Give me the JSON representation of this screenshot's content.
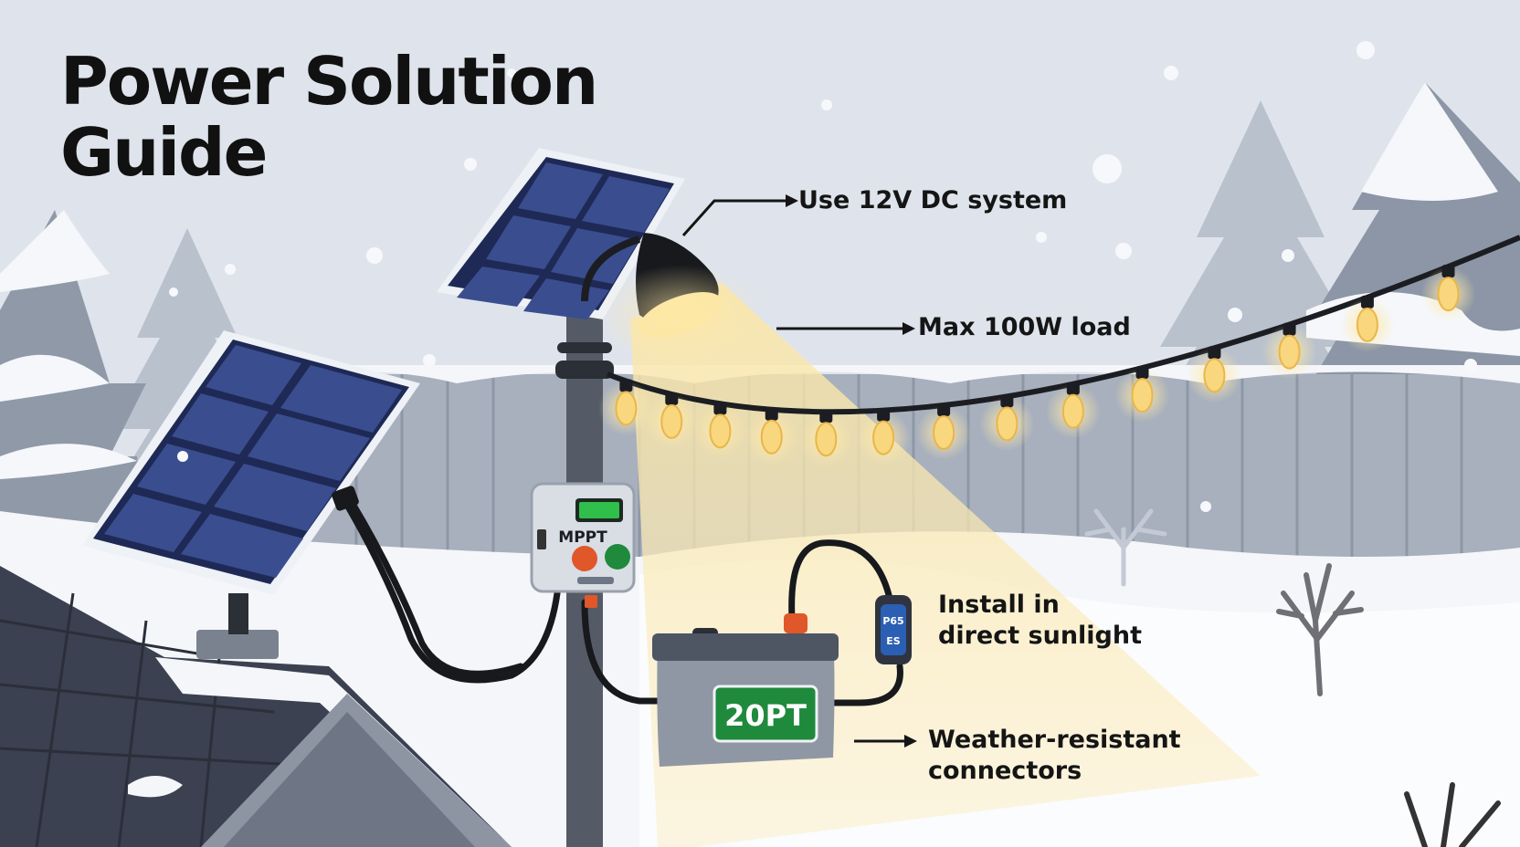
{
  "title": {
    "line1": "Power Solution",
    "line2": "Guide"
  },
  "callouts": {
    "dc_system": "Use 12V DC system",
    "max_load": "Max 100W load",
    "install_line1": "Install in",
    "install_line2": "direct sunlight",
    "connectors_line1": "Weather-resistant",
    "connectors_line2": "connectors"
  },
  "devices": {
    "controller_label": "MPPT",
    "battery_label": "20PT",
    "fuse_label_top": "P65",
    "fuse_label_bottom": "ES"
  },
  "icons": [
    "solar-panel-icon",
    "lamp-icon",
    "string-light-bulb-icon",
    "charge-controller-icon",
    "battery-icon",
    "inline-fuse-icon",
    "arrow-right-icon",
    "snowflake-icon",
    "pine-tree-icon"
  ],
  "colors": {
    "sky": "#dfe4ec",
    "snow": "#f7f8fb",
    "panel_cell": "#2e3f7a",
    "bulb_glow": "#f9d77e",
    "battery_label_bg": "#1f8a3c",
    "controller_screen": "#2fbf4a",
    "text": "#151515"
  }
}
